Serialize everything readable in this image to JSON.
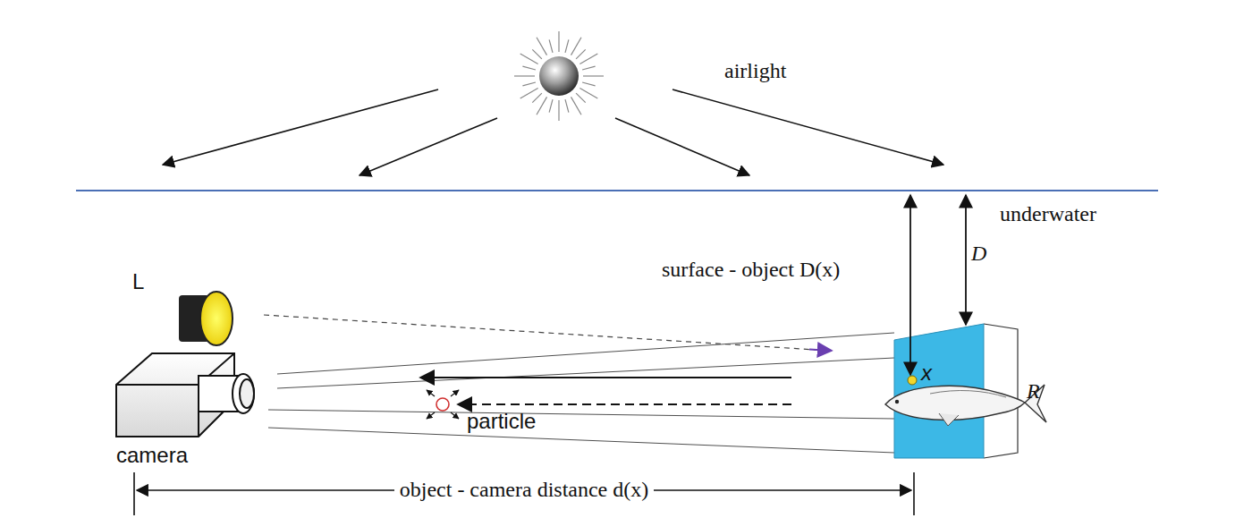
{
  "diagram": {
    "labels": [
      "airlight",
      "underwater",
      "surface - object D(x)",
      "D",
      "L",
      "camera",
      "particle",
      "x",
      "R",
      "object - camera distance d(x)"
    ]
  }
}
